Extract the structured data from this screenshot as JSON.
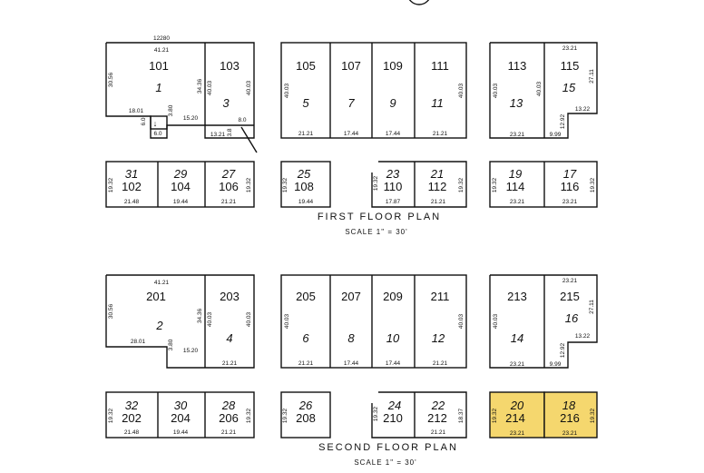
{
  "first_floor": {
    "title": "FIRST FLOOR PLAN",
    "scale": "SCALE 1\" = 30'",
    "top_dim": "12280",
    "units": [
      {
        "unit": "101",
        "lot": "1",
        "dims": [
          "41.21",
          "30.56",
          "18.01",
          "3.80",
          "6.0",
          "6.0",
          "15.20"
        ]
      },
      {
        "unit": "103",
        "lot": "3",
        "dims": [
          "34.36",
          "40.03",
          "40.03",
          "8.0",
          "13.21",
          "3.8"
        ]
      },
      {
        "unit": "105",
        "lot": "5",
        "dims": [
          "40.03",
          "21.21"
        ]
      },
      {
        "unit": "107",
        "lot": "7",
        "dims": [
          "17.44"
        ]
      },
      {
        "unit": "109",
        "lot": "9",
        "dims": [
          "17.44"
        ]
      },
      {
        "unit": "111",
        "lot": "11",
        "dims": [
          "40.03",
          "21.21"
        ]
      },
      {
        "unit": "113",
        "lot": "13",
        "dims": [
          "40.03",
          "40.03",
          "23.21"
        ]
      },
      {
        "unit": "115",
        "lot": "15",
        "dims": [
          "23.21",
          "27.11",
          "13.22",
          "12.92",
          "9.99"
        ]
      },
      {
        "unit": "102",
        "lot": "31",
        "dims": [
          "19.32",
          "21.48"
        ]
      },
      {
        "unit": "104",
        "lot": "29",
        "dims": [
          "19.44"
        ]
      },
      {
        "unit": "106",
        "lot": "27",
        "dims": [
          "19.32",
          "21.21"
        ]
      },
      {
        "unit": "108",
        "lot": "25",
        "dims": [
          "19.32",
          "19.44"
        ]
      },
      {
        "unit": "110",
        "lot": "23",
        "dims": [
          "19.32",
          "17.87"
        ]
      },
      {
        "unit": "112",
        "lot": "21",
        "dims": [
          "19.32",
          "21.21"
        ]
      },
      {
        "unit": "114",
        "lot": "19",
        "dims": [
          "19.32",
          "23.21"
        ]
      },
      {
        "unit": "116",
        "lot": "17",
        "dims": [
          "19.32",
          "23.21"
        ]
      }
    ]
  },
  "second_floor": {
    "title": "SECOND FLOOR PLAN",
    "scale": "SCALE 1\" = 30'",
    "units": [
      {
        "unit": "201",
        "lot": "2",
        "dims": [
          "41.21",
          "30.56",
          "28.01",
          "3.80",
          "15.20"
        ]
      },
      {
        "unit": "203",
        "lot": "4",
        "dims": [
          "34.36",
          "40.03",
          "40.03",
          "21.21"
        ]
      },
      {
        "unit": "205",
        "lot": "6",
        "dims": [
          "40.03",
          "21.21"
        ]
      },
      {
        "unit": "207",
        "lot": "8",
        "dims": [
          "17.44"
        ]
      },
      {
        "unit": "209",
        "lot": "10",
        "dims": [
          "17.44"
        ]
      },
      {
        "unit": "211",
        "lot": "12",
        "dims": [
          "40.03",
          "21.21"
        ]
      },
      {
        "unit": "213",
        "lot": "14",
        "dims": [
          "40.03",
          "23.21"
        ]
      },
      {
        "unit": "215",
        "lot": "16",
        "dims": [
          "23.21",
          "27.11",
          "13.22",
          "12.92",
          "9.99"
        ]
      },
      {
        "unit": "202",
        "lot": "32",
        "dims": [
          "19.32",
          "21.48"
        ]
      },
      {
        "unit": "204",
        "lot": "30",
        "dims": [
          "19.44"
        ]
      },
      {
        "unit": "206",
        "lot": "28",
        "dims": [
          "19.32",
          "21.21"
        ]
      },
      {
        "unit": "208",
        "lot": "26",
        "dims": [
          "19.32"
        ]
      },
      {
        "unit": "210",
        "lot": "24",
        "dims": [
          "19.32"
        ]
      },
      {
        "unit": "212",
        "lot": "22",
        "dims": [
          "18.37",
          "21.21"
        ]
      },
      {
        "unit": "214",
        "lot": "20",
        "dims": [
          "19.32",
          "23.21"
        ]
      },
      {
        "unit": "216",
        "lot": "18",
        "dims": [
          "19.32",
          "23.21"
        ]
      }
    ]
  },
  "highlighted_units": [
    "214",
    "216"
  ],
  "colors": {
    "highlight": "#f5d76e",
    "lines": "#111111"
  }
}
